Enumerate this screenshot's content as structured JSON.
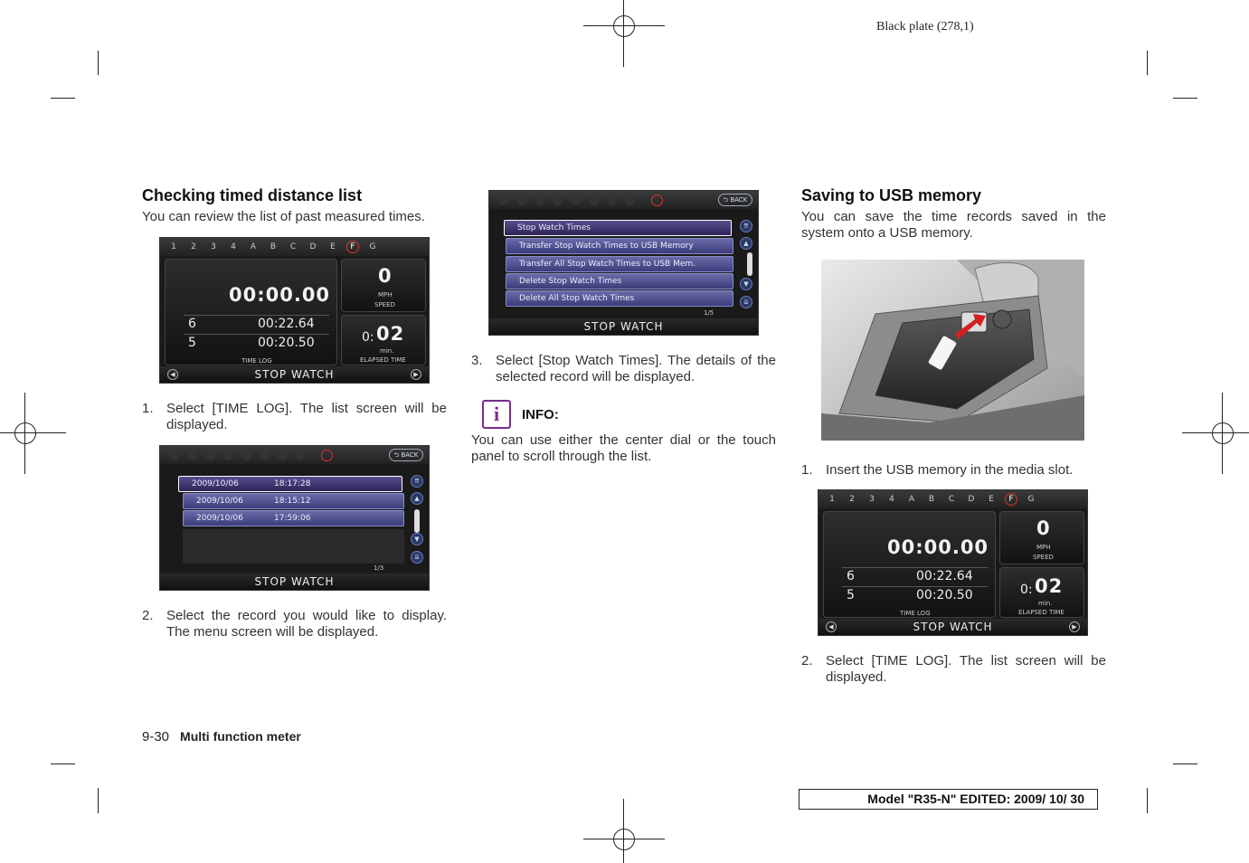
{
  "plate_label": "Black plate (278,1)",
  "left_col": {
    "heading": "Checking timed distance list",
    "intro": "You can review the list of past measured times.",
    "step1_num": "1.",
    "step1": "Select [TIME LOG]. The list screen will be displayed.",
    "step2_num": "2.",
    "step2": "Select the record you would like to display. The menu screen will be displayed."
  },
  "mid_col": {
    "step3_num": "3.",
    "step3": "Select [Stop Watch Times]. The details of the selected record will be displayed.",
    "info_label": "INFO:",
    "info_text": "You can use either the center dial or the touch panel to scroll through the list."
  },
  "right_col": {
    "heading": "Saving to USB memory",
    "intro": "You can save the time records saved in the system onto a USB memory.",
    "step1_num": "1.",
    "step1": "Insert the USB memory in the media slot.",
    "step2_num": "2.",
    "step2": "Select [TIME LOG]. The list screen will be displayed."
  },
  "stopwatch_screen": {
    "tabs": [
      "1",
      "2",
      "3",
      "4",
      "A",
      "B",
      "C",
      "D",
      "E",
      "F",
      "G"
    ],
    "selected_tab": "F",
    "main_time": "00:00.00",
    "logs": [
      {
        "lap": "6",
        "time": "00:22.64"
      },
      {
        "lap": "5",
        "time": "00:20.50"
      }
    ],
    "time_log_label": "TIME LOG",
    "speed_value": "0",
    "speed_unit": "MPH",
    "speed_label": "SPEED",
    "elapsed_prefix": "0:",
    "elapsed_value": "02",
    "elapsed_unit": "min.",
    "elapsed_label": "ELAPSED TIME",
    "footer": "STOP WATCH"
  },
  "list_screen": {
    "back_label": "BACK",
    "rows": [
      {
        "date": "2009/10/06",
        "time": "18:17:28"
      },
      {
        "date": "2009/10/06",
        "time": "18:15:12"
      },
      {
        "date": "2009/10/06",
        "time": "17:59:06"
      }
    ],
    "page": "1/3",
    "footer": "STOP WATCH"
  },
  "menu_screen": {
    "back_label": "BACK",
    "items": [
      "Stop Watch Times",
      "Transfer Stop Watch Times to USB Memory",
      "Transfer All Stop Watch Times to USB Mem.",
      "Delete Stop Watch Times",
      "Delete All Stop Watch Times"
    ],
    "page": "1/5",
    "footer": "STOP WATCH"
  },
  "footer": {
    "page_number": "9-30",
    "section": "Multi function meter",
    "model_line": "Model \"R35-N\"  EDITED:  2009/ 10/ 30"
  },
  "colors": {
    "info_icon": "#7a2c8c",
    "usb_arrow": "#d42020",
    "screen_bg": "#1a1a1a",
    "menu_item": "#4a4a8a"
  }
}
